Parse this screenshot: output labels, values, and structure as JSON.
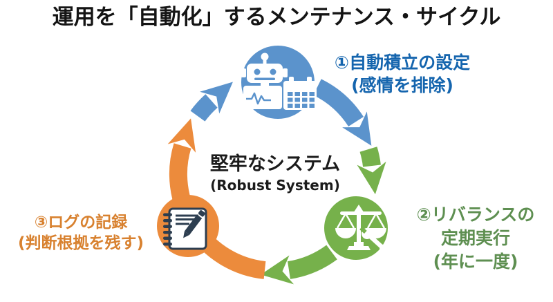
{
  "title": "運用を「自動化」するメンテナンス・サイクル",
  "center_label": {
    "heading": "堅牢なシステム",
    "subheading": "(Robust System)"
  },
  "steps": [
    {
      "label_lines": [
        "①自動積立の設定",
        "(感情を排除)"
      ],
      "icon": "robot-calendar-icon",
      "accent_color": "#5b93cc",
      "text_color": "#1565ae"
    },
    {
      "label_lines": [
        "②リバランスの",
        "定期実行",
        "(年に一度)"
      ],
      "icon": "balance-scale-wrench-icon",
      "accent_color": "#76b14b",
      "text_color": "#5e8f51"
    },
    {
      "label_lines": [
        "③ログの記録",
        "(判断根拠を残す)"
      ],
      "icon": "notebook-pen-icon",
      "accent_color": "#ec8b3c",
      "text_color": "#d8812f"
    }
  ],
  "colors": {
    "background": "#ffffff",
    "ink": "#141414",
    "icon_navy": "#2d3e50"
  }
}
